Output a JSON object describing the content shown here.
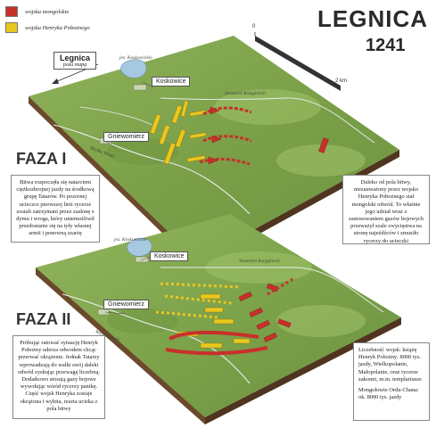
{
  "title": "LEGNICA",
  "year": "1241",
  "legend": [
    {
      "label": "wojska mongolskie",
      "color": "#c8302a"
    },
    {
      "label": "wojska Henryka Pobożnego",
      "color": "#e9c71f"
    }
  ],
  "scale": {
    "zero": "0",
    "end": "2 km"
  },
  "phases": [
    {
      "label": "FAZA I"
    },
    {
      "label": "FAZA II"
    }
  ],
  "legnica_label": {
    "name": "Legnica",
    "sub": "poza mapą"
  },
  "places": {
    "koskowice_1": "Koskowice",
    "gniewomierz_1": "Gniewomierz",
    "koskowice_2": "Koskowice",
    "gniewomierz_2": "Gniewomierz"
  },
  "map_labels": {
    "lake_1": "jez. Koskowickie",
    "stream_1": "Strumień Księginicki",
    "river_1": "Wielka Woda",
    "lake_2": "jez. Koskowickie",
    "stream_2": "Strumień Księginicki",
    "river_2": "Wielka Woda"
  },
  "notes": {
    "phase1_left": "Bitwa rozpoczęła się natarciem ciężkozbrojnej jazdy na środkową grupę Tatarów. Po pozornej ucieczce pierwszej linii rycerze zostali zatrzymani przez zasłonę z dymu i wroga, który uniemożliwił przedostanie się na tyły własnej armii i ponowną szarżę",
    "phase1_right": "Daleko od pola bitwy, niezauważony przez wojsko Henryka Pobożnego stał mongolski odwód. To właśnie jego udział wraz z zastosowaniem gazów bojowych przeważył szale zwycięstwa na stronę najeźdźców i zmusiło rycerzy do ucieczki",
    "phase2_left": "Próbując ratować sytuację Henryk Pobożny uderza odwodem chcąc przerwać okrążenie. Jednak Tatarzy wprowadzają do walki swój daleki odwód zyskując przewagę liczebną. Dodatkowo stosują gazy bojowe wywołując wśród rycerzy panikę. Część wojsk Henryka zostaje okrążona i wybita, reszta ucieka z pola bitwy",
    "phase2_right_p1": "Liczebność wojsk: książę Henryk Pobożny: 8000 tys. jazdy, Wielkopolanie, Małopolanie, oraz rycerze zakonni, m.in. templariusze",
    "phase2_right_p2": "Mongołowie Ordu-Chana: ok. 8000 tys. jazdy"
  }
}
